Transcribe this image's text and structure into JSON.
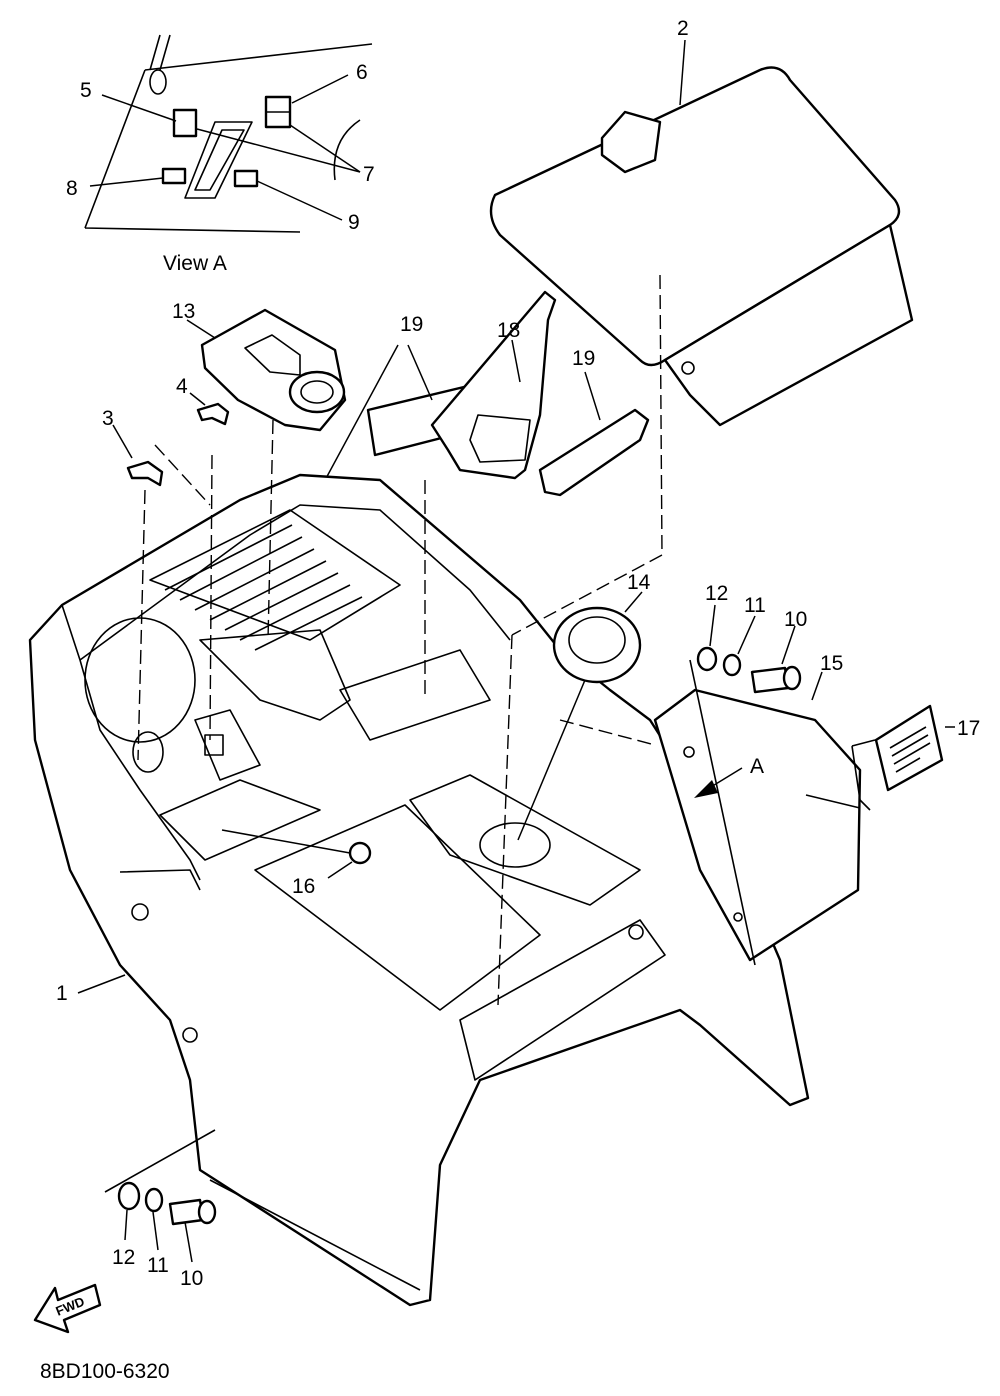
{
  "diagram": {
    "view_caption": "View A",
    "view_arrow_label": "A",
    "fwd_label": "FWD",
    "drawing_code": "8BD100-6320",
    "callouts": {
      "c1": "1",
      "c2": "2",
      "c3": "3",
      "c4": "4",
      "c5": "5",
      "c6": "6",
      "c7": "7",
      "c8": "8",
      "c9": "9",
      "c10a": "10",
      "c11a": "11",
      "c12a": "12",
      "c10b": "10",
      "c11b": "11",
      "c12b": "12",
      "c13": "13",
      "c14": "14",
      "c15": "15",
      "c16": "16",
      "c17": "17",
      "c18": "18",
      "c19a": "19",
      "c19b": "19"
    }
  }
}
